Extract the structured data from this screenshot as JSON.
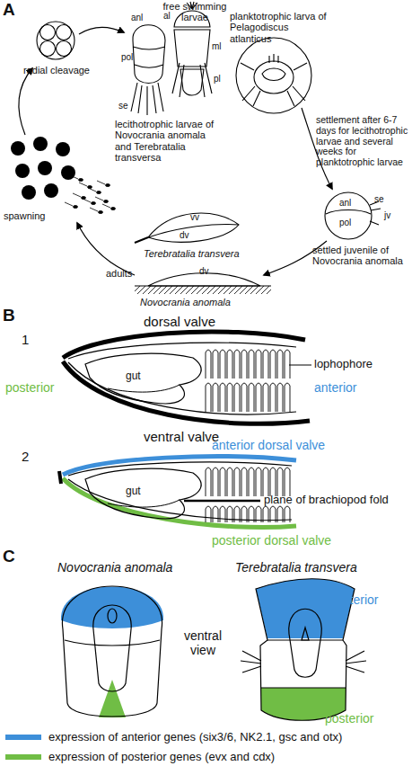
{
  "diagram": {
    "labels": [
      "A",
      "radial cleavage",
      "spawning",
      "free swimming larvae",
      "anl",
      "al",
      "pol",
      "ml",
      "pl",
      "se",
      "lecithotrophic larvae of Novocrania anomala and Terebratalia transversa",
      "planktotrophic larva of Pelagodiscus atlanticus",
      "settlement after 6-7 days for lecithotrophic larvae and several weeks for planktotrophic larvae",
      "se",
      "anl",
      "jv",
      "pol",
      "settled juvenile of Novocrania anomala",
      "vv",
      "dv",
      "Terebratalia transvera",
      "adults",
      "dv",
      "Novocrania anomala",
      "B",
      "1",
      "dorsal valve",
      "lophophore",
      "posterior",
      "gut",
      "anterior",
      "ventral valve",
      "2",
      "anterior dorsal valve",
      "gut",
      "plane of brachiopod fold",
      "posterior dorsal valve",
      "C",
      "Novocrania anomala",
      "Terebratalia transvera",
      "anterior",
      "ventral view",
      "posterior"
    ],
    "legend": [
      {
        "text": "expression of anterior genes (six3/6, NK2.1, gsc and otx)",
        "color": "#3d8fd9"
      },
      {
        "text": "expression of posterior genes (evx and cdx)",
        "color": "#70bd45"
      }
    ]
  }
}
